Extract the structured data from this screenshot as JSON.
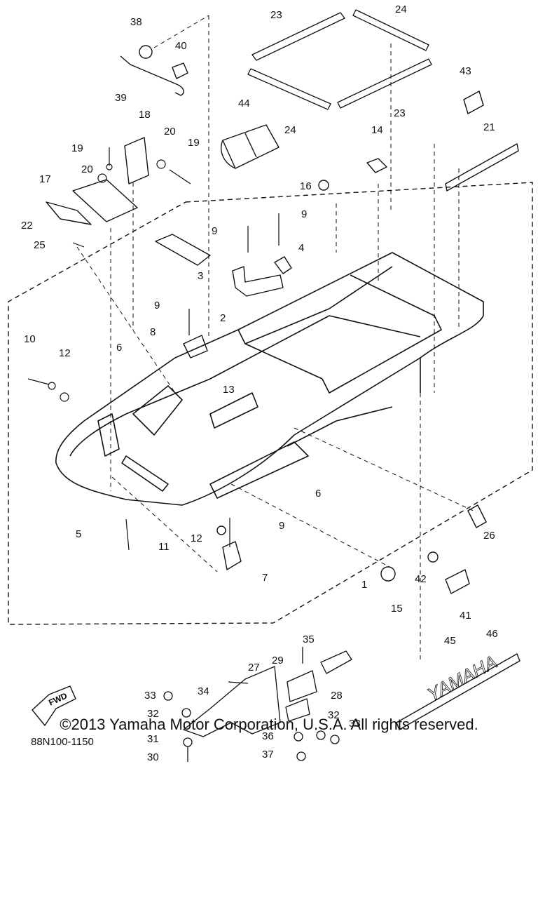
{
  "diagram": {
    "callouts": [
      "1",
      "2",
      "3",
      "4",
      "5",
      "6",
      "7",
      "8",
      "9",
      "10",
      "11",
      "12",
      "13",
      "14",
      "15",
      "16",
      "17",
      "18",
      "19",
      "20",
      "21",
      "22",
      "23",
      "24",
      "25",
      "26",
      "27",
      "28",
      "29",
      "30",
      "31",
      "32",
      "33",
      "34",
      "35",
      "36",
      "37",
      "38",
      "39",
      "40",
      "41",
      "42",
      "43",
      "44",
      "45",
      "46"
    ],
    "part_number": "88N100-1150",
    "fwd_label": "FWD",
    "decal_text": "YAMAHA"
  },
  "copyright": "©2013 Yamaha Motor Corporation, U.S.A. All rights reserved."
}
